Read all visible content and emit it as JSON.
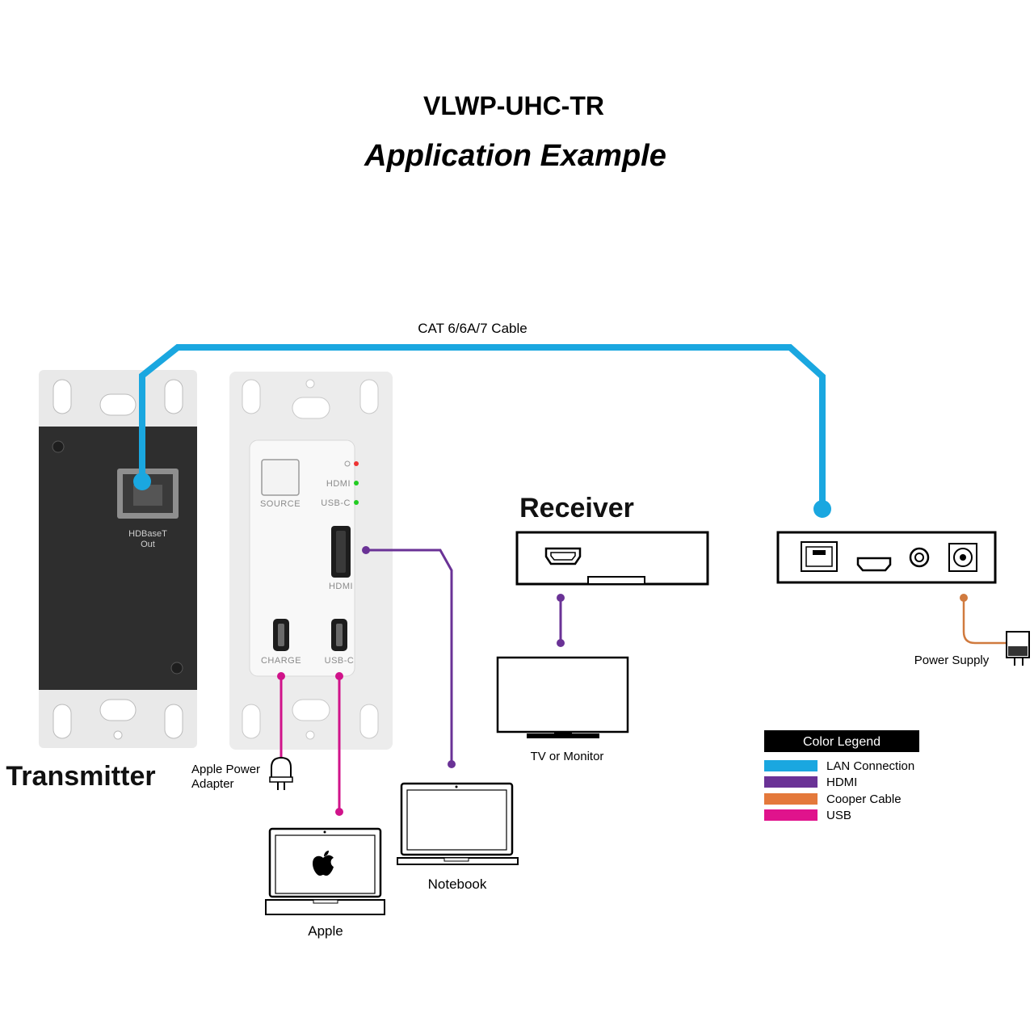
{
  "header": {
    "model": "VLWP-UHC-TR",
    "title": "Application Example"
  },
  "cable_label": "CAT 6/6A/7 Cable",
  "transmitter": {
    "label": "Transmitter",
    "rear_port_label_1": "HDBaseT",
    "rear_port_label_2": "Out",
    "source_button_label": "SOURCE",
    "led_hdmi_label": "HDMI",
    "led_usbc_label": "USB-C",
    "hdmi_port_label": "HDMI",
    "charge_port_label": "CHARGE",
    "usbc_port_label": "USB-C"
  },
  "receiver": {
    "label": "Receiver"
  },
  "devices": {
    "tv_label": "TV or Monitor",
    "power_supply_label": "Power Supply",
    "apple_adapter_label_1": "Apple Power",
    "apple_adapter_label_2": "Adapter",
    "notebook_label": "Notebook",
    "apple_label": "Apple"
  },
  "legend": {
    "title": "Color Legend",
    "items": [
      {
        "label": "LAN Connection",
        "color": "#1aa7e0"
      },
      {
        "label": "HDMI",
        "color": "#6a3296"
      },
      {
        "label": "Cooper Cable",
        "color": "#e4793b"
      },
      {
        "label": "USB",
        "color": "#e0138c"
      }
    ]
  },
  "colors": {
    "lan": "#1aa7e0",
    "hdmi": "#6a3296",
    "copper": "#d07a3e",
    "usb": "#d0138a"
  }
}
